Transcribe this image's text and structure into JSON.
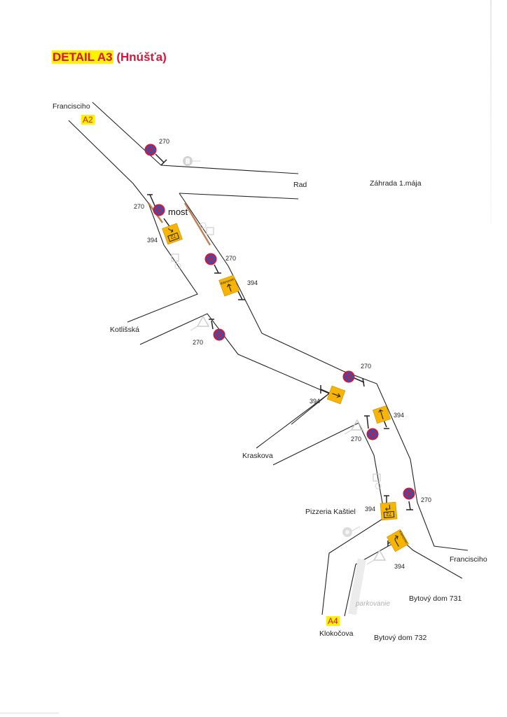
{
  "title": {
    "highlight": "DETAIL A3",
    "rest": " (Hnúšťa)"
  },
  "colors": {
    "accent_red": "#d4163a",
    "highlight_yellow": "#fff200",
    "sign_orange": "#f7b500",
    "sign_blue": "#2a55b8",
    "road_line": "#222222",
    "bridge_brown": "#b86a3a"
  },
  "streets": {
    "francisciho_top": "Francisciho",
    "rad": "Rad",
    "zahrada": "Záhrada 1.mája",
    "kotlisska": "Kotlišská",
    "kraskova": "Kraskova",
    "pizzeria": "Pizzeria Kaštiel",
    "francisciho_bottom": "Francisciho",
    "bytovy731": "Bytový dom 731",
    "bytovy732": "Bytový dom 732",
    "klokocova": "Klokočova",
    "parkovanie": "parkovanie",
    "most": "most"
  },
  "area_tags": {
    "a2": "A2",
    "a4": "A4"
  },
  "signs": [
    {
      "type": "no-stopping",
      "code": "270"
    },
    {
      "type": "no-stopping",
      "code": "270"
    },
    {
      "type": "detour-direction",
      "code": "394",
      "text": "72"
    },
    {
      "type": "no-stopping",
      "code": "270"
    },
    {
      "type": "detour-direction",
      "code": "394",
      "text": "Klenovec"
    },
    {
      "type": "no-stopping",
      "code": "270"
    },
    {
      "type": "no-stopping",
      "code": "270"
    },
    {
      "type": "detour-direction",
      "code": "394"
    },
    {
      "type": "detour-direction",
      "code": "394"
    },
    {
      "type": "no-stopping",
      "code": "270"
    },
    {
      "type": "no-stopping",
      "code": "270"
    },
    {
      "type": "detour-direction",
      "code": "394",
      "text": "72"
    },
    {
      "type": "detour-direction",
      "code": "394",
      "text": "Klenovec"
    }
  ]
}
